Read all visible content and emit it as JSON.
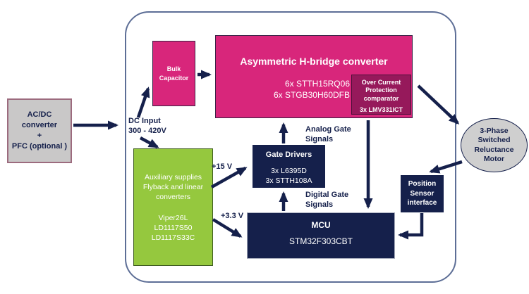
{
  "blocks": {
    "acdc": {
      "line1": "AC/DC",
      "line2": "converter",
      "line3": "+",
      "line4": "PFC (optional )"
    },
    "bulk_capacitor": {
      "line1": "Bulk",
      "line2": "Capacitor"
    },
    "hbridge": {
      "title": "Asymmetric H-bridge converter",
      "part1": "6x STTH15RQ06",
      "part2": "6x STGB30H60DFB"
    },
    "overcurrent": {
      "line1": "Over Current",
      "line2": "Protection",
      "line3": "comparator",
      "part": "3x LMV331ICT"
    },
    "aux": {
      "line1": "Auxiliary supplies",
      "line2": "Flyback and linear",
      "line3": "converters",
      "part1": "Viper26L",
      "part2": "LD1117S50",
      "part3": "LD1117S33C"
    },
    "gate_drivers": {
      "title": "Gate Drivers",
      "part1": "3x L6395D",
      "part2": "3x STTH108A"
    },
    "mcu": {
      "title": "MCU",
      "part": "STM32F303CBT"
    },
    "position_sensor": {
      "line1": "Position",
      "line2": "Sensor",
      "line3": "interface"
    },
    "motor": {
      "line1": "3-Phase",
      "line2": "Switched",
      "line3": "Reluctance",
      "line4": "Motor"
    }
  },
  "labels": {
    "dc_input_line1": "DC Input",
    "dc_input_line2": "300 - 420V",
    "plus_15v": "+15 V",
    "plus_3v3": "+3.3 V",
    "analog_line1": "Analog Gate",
    "analog_line2": "Signals",
    "digital_line1": "Digital Gate",
    "digital_line2": "Signals"
  },
  "colors": {
    "magenta": "#D8267B",
    "dark_magenta": "#96195B",
    "green": "#95C83E",
    "navy": "#15204B",
    "gray_block": "#C9C8C8",
    "gray_motor": "#CFCFCF",
    "acdc_border": "#9C6B7E",
    "boundary_border": "#5D6E96",
    "arrow": "#15204B"
  }
}
